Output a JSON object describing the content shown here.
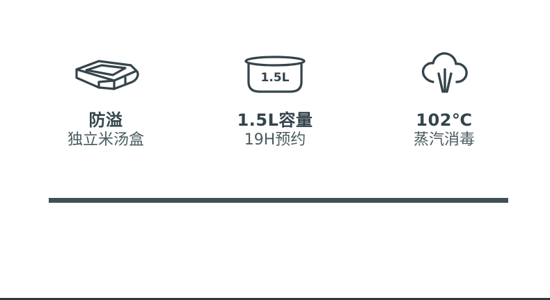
{
  "features": [
    {
      "icon": "soup-box-icon",
      "title": "防溢",
      "subtitle": "独立米汤盒"
    },
    {
      "icon": "inner-pot-icon",
      "icon_label": "1.5L",
      "title": "1.5L容量",
      "subtitle": "19H预约"
    },
    {
      "icon": "steam-cloud-icon",
      "title": "102℃",
      "subtitle": "蒸汽消毒"
    }
  ],
  "colors": {
    "text": "#34444a",
    "divider": "#3f4f55"
  }
}
